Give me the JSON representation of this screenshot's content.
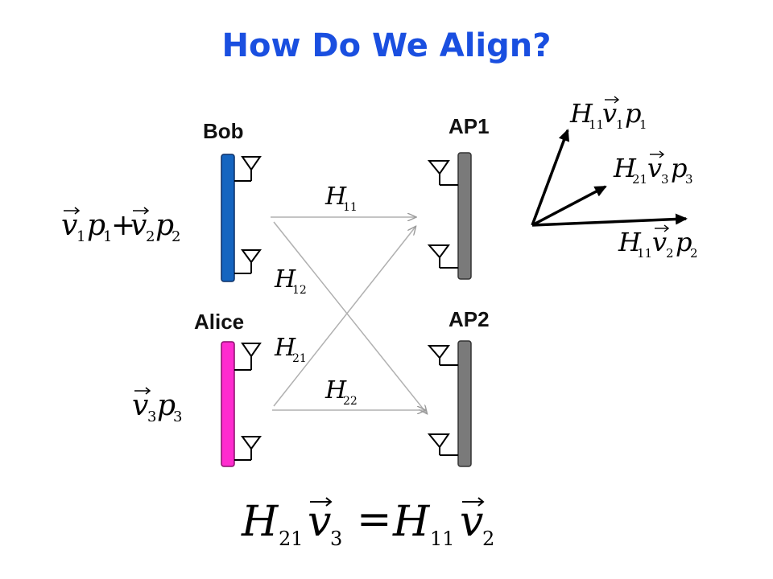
{
  "title": "How Do We Align?",
  "nodes": {
    "bob": "Bob",
    "alice": "Alice",
    "ap1": "AP1",
    "ap2": "AP2"
  },
  "colors": {
    "title": "#1a4fe0",
    "bob_bar": "#1565c0",
    "alice_bar": "#ff2ccf",
    "ap_bar": "#7a7a7a",
    "channel": "#b0b0b0"
  },
  "channels": {
    "h11": {
      "base": "H",
      "sub": "11"
    },
    "h12": {
      "base": "H",
      "sub": "12"
    },
    "h21": {
      "base": "H",
      "sub": "21"
    },
    "h22": {
      "base": "H",
      "sub": "22"
    }
  },
  "signals": {
    "bob_v1": "v",
    "bob_v1_sub": "1",
    "bob_p1": "p",
    "bob_p1_sub": "1",
    "plus": "+",
    "bob_v2": "v",
    "bob_v2_sub": "2",
    "bob_p2": "p",
    "bob_p2_sub": "2",
    "alice_v3": "v",
    "alice_v3_sub": "3",
    "alice_p3": "p",
    "alice_p3_sub": "3"
  },
  "vector_labels": {
    "top": {
      "H": "H",
      "Hsub": "11",
      "v": "v",
      "vsub": "1",
      "p": "p",
      "psub": "1"
    },
    "middle": {
      "H": "H",
      "Hsub": "21",
      "v": "v",
      "vsub": "3",
      "p": "p",
      "psub": "3"
    },
    "bottom": {
      "H": "H",
      "Hsub": "11",
      "v": "v",
      "vsub": "2",
      "p": "p",
      "psub": "2"
    }
  },
  "equation": {
    "lhs_H": "H",
    "lhs_Hsub": "21",
    "lhs_v": "v",
    "lhs_vsub": "3",
    "equals": "=",
    "rhs_H": "H",
    "rhs_Hsub": "11",
    "rhs_v": "v",
    "rhs_vsub": "2"
  }
}
